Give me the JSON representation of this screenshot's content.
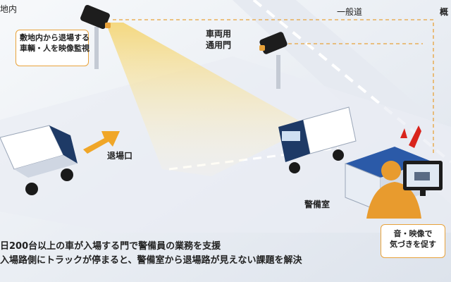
{
  "labels": {
    "premises": "地内",
    "public_road": "一般道",
    "overview": "概",
    "gate": [
      "車両用",
      "通用門"
    ],
    "exit": "退場口",
    "guard_room": "警備室"
  },
  "callout_camera": [
    "敷地内から退場する",
    "車輌・人を映像監視"
  ],
  "callout_alert": [
    "音・映像で",
    "気づきを促す"
  ],
  "captions": [
    "日200台以上の車が入場する門で警備員の業務を支援",
    "入場路側にトラックが停まると、警備室から退場路が見えない課題を解決"
  ],
  "colors": {
    "accent": "#e8a23a",
    "alert": "#d9241c",
    "truck_cab": "#1e3a66",
    "road": "#dfe5ee"
  }
}
